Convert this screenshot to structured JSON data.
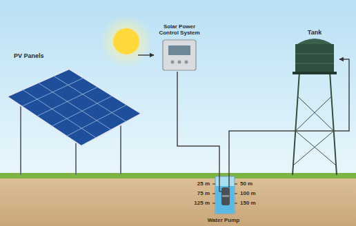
{
  "diagram": {
    "nodes": [
      {
        "text": [
          "PV Panels"
        ]
      },
      {
        "text": [
          "Solar Power Control System"
        ]
      },
      {
        "text": [
          "Water Pump"
        ]
      },
      {
        "text": [
          "Tank"
        ]
      }
    ],
    "edges": [
      {
        "from": 0,
        "to": 1,
        "arrow": "to"
      },
      {
        "from": 1,
        "to": 2,
        "arrow": "none"
      },
      {
        "from": 2,
        "to": 3,
        "arrow": "to"
      }
    ],
    "labels": [
      "25 m",
      "75 m",
      "125 m",
      "50 m",
      "100 m",
      "150 m"
    ]
  }
}
